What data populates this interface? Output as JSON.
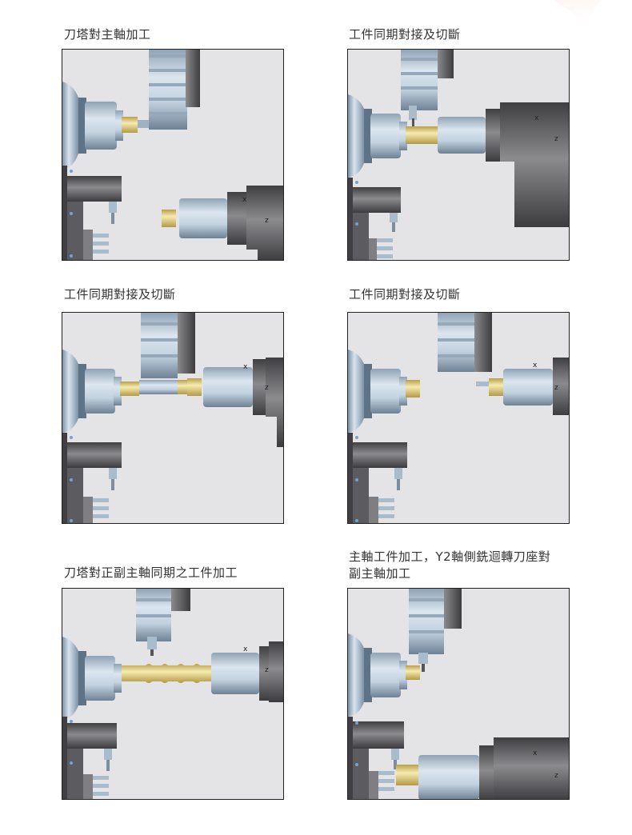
{
  "captions": [
    "刀塔對主軸加工",
    "工件同期對接及切斷",
    "工件同期對接及切斷",
    "工件同期對接及切斷",
    "刀塔對正副主軸同期之工件加工",
    "主軸工件加工，Y2軸側銑迴轉刀座對",
    "副主軸加工"
  ],
  "axis_labels": {
    "x": "x",
    "z": "z"
  },
  "colors": {
    "panel_bg": "#e4e4e6",
    "steel_light": "#c6d6e4",
    "steel_dark": "#6f8396",
    "gray_dark": "#5a5a5c",
    "workpiece_gold": "#e8d67a"
  }
}
